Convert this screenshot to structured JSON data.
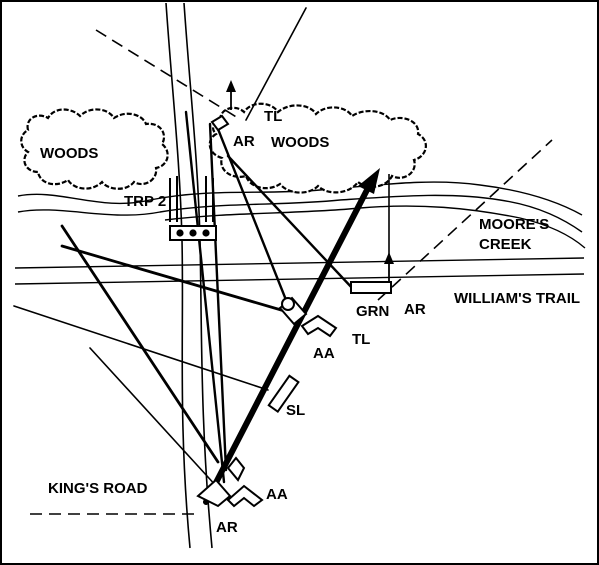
{
  "labels": {
    "woods_left": "WOODS",
    "woods_right": "WOODS",
    "tl_top": "TL",
    "ar_top": "AR",
    "trp": "TRP 2",
    "moores_1": "MOORE'S",
    "moores_2": "CREEK",
    "grn": "GRN",
    "ar_mid": "AR",
    "williams": "WILLIAM'S TRAIL",
    "aa_mid": "AA",
    "tl_mid": "TL",
    "sl": "SL",
    "kings": "KING'S ROAD",
    "aa_bottom": "AA",
    "ar_bottom": "AR"
  }
}
